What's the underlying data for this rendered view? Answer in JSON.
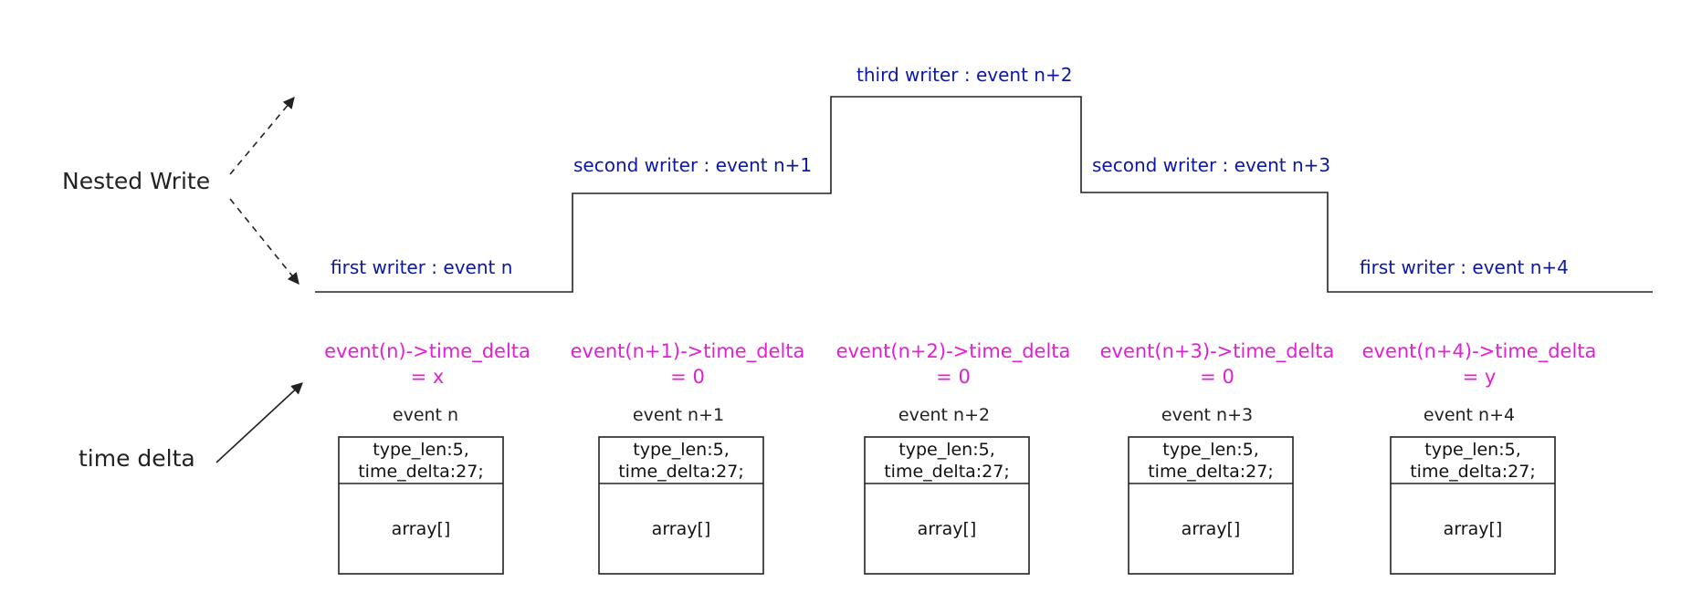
{
  "side_labels": {
    "nested_write": "Nested Write",
    "time_delta": "time delta"
  },
  "writer_labels": [
    "first writer : event n",
    "second writer : event n+1",
    "third writer : event n+2",
    "second writer : event n+3",
    "first writer : event n+4"
  ],
  "events": [
    {
      "delta_line1": "event(n)->time_delta",
      "delta_line2": "= x",
      "title": "event n",
      "field_line1": "type_len:5,",
      "field_line2": "time_delta:27;",
      "array_label": "array[]"
    },
    {
      "delta_line1": "event(n+1)->time_delta",
      "delta_line2": "= 0",
      "title": "event n+1",
      "field_line1": "type_len:5,",
      "field_line2": "time_delta:27;",
      "array_label": "array[]"
    },
    {
      "delta_line1": "event(n+2)->time_delta",
      "delta_line2": "= 0",
      "title": "event n+2",
      "field_line1": "type_len:5,",
      "field_line2": "time_delta:27;",
      "array_label": "array[]"
    },
    {
      "delta_line1": "event(n+3)->time_delta",
      "delta_line2": "= 0",
      "title": "event n+3",
      "field_line1": "type_len:5,",
      "field_line2": "time_delta:27;",
      "array_label": "array[]"
    },
    {
      "delta_line1": "event(n+4)->time_delta",
      "delta_line2": "= y",
      "title": "event n+4",
      "field_line1": "type_len:5,",
      "field_line2": "time_delta:27;",
      "array_label": "array[]"
    }
  ],
  "colors": {
    "writer_label": "#0b17a8",
    "time_delta_label": "#e11fd6",
    "line": "#222222"
  }
}
